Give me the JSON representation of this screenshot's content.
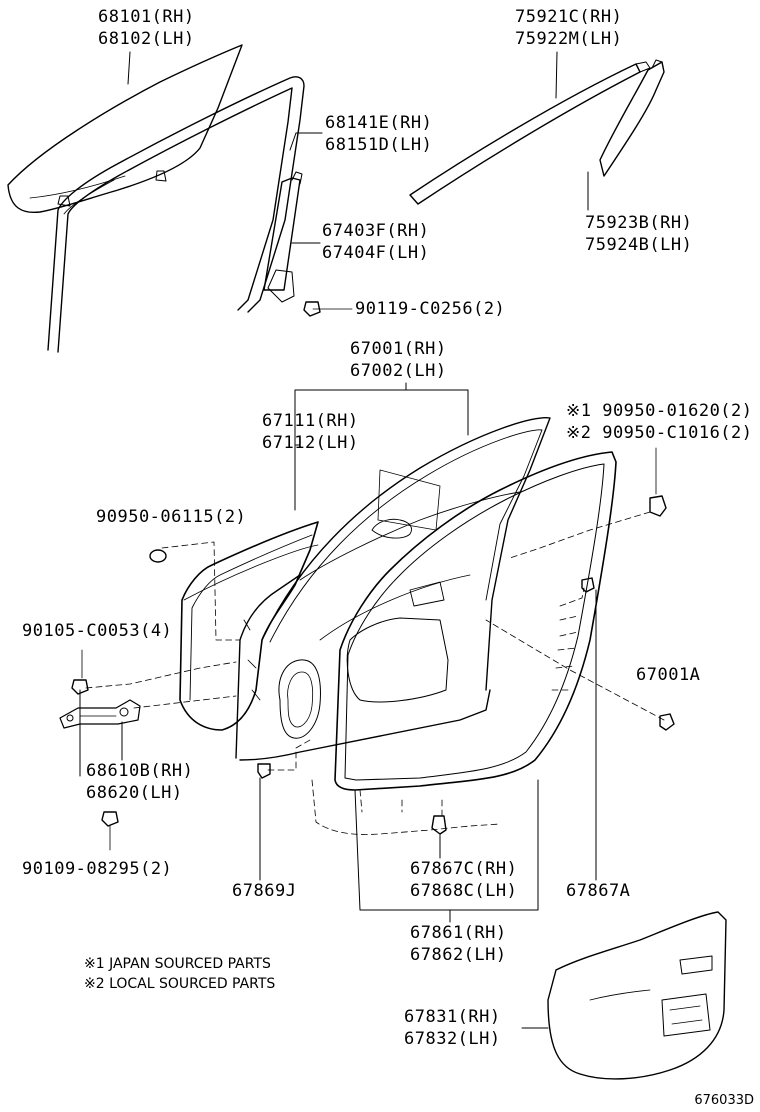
{
  "callouts": {
    "glass": {
      "rh": "68101(RH)",
      "lh": "68102(LH)"
    },
    "run_channel": {
      "rh": "68141E(RH)",
      "lh": "68151D(LH)"
    },
    "rear_sash": {
      "rh": "67403F(RH)",
      "lh": "67404F(LH)"
    },
    "sash_screw": "90119-C0256(2)",
    "moulding": {
      "rh": "75921C(RH)",
      "lh": "75922M(LH)"
    },
    "pillar_garnish": {
      "rh": "75923B(RH)",
      "lh": "75924B(LH)"
    },
    "door_panel": {
      "rh": "67001(RH)",
      "lh": "67002(LH)"
    },
    "outer_panel": {
      "rh": "67111(RH)",
      "lh": "67112(LH)"
    },
    "hole_plug": "90950-06115(2)",
    "plug_japan": "※1 90950-01620(2)",
    "plug_local": "※2 90950-C1016(2)",
    "check_bolt": "90105-C0053(4)",
    "side_plug": "67001A",
    "door_check": {
      "rh": "68610B(RH)",
      "lh": "68620(LH)"
    },
    "check_bolt_lower": "90109-08295(2)",
    "clip_j": "67869J",
    "clip_c": {
      "rh": "67867C(RH)",
      "lh": "67868C(LH)"
    },
    "clip_a": "67867A",
    "weatherstrip": {
      "rh": "67861(RH)",
      "lh": "67862(LH)"
    },
    "service_cover": {
      "rh": "67831(RH)",
      "lh": "67832(LH)"
    }
  },
  "notes": {
    "japan": "※1 JAPAN SOURCED PARTS",
    "local": "※2 LOCAL SOURCED PARTS"
  },
  "diagram_code": "676033D"
}
